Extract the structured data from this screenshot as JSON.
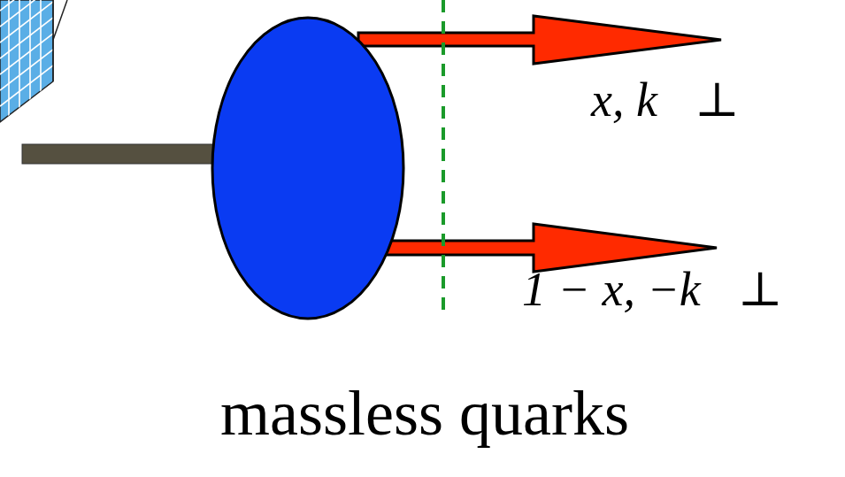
{
  "diagram": {
    "caption": "massless quarks",
    "labels": [
      "x, k⃗⊥",
      "1 − x, −k⃗⊥"
    ]
  }
}
